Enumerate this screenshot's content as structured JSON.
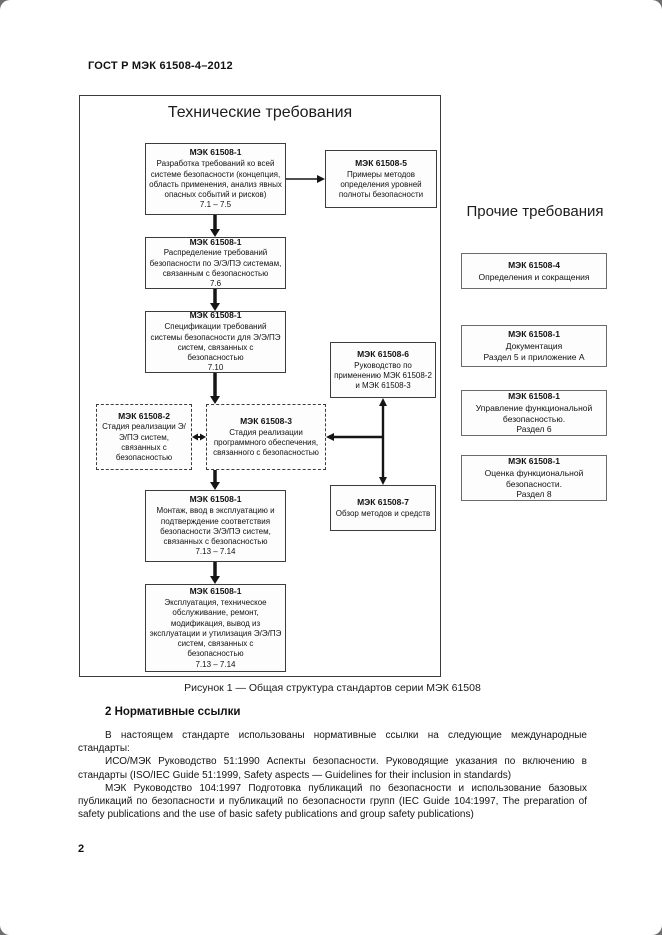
{
  "page": {
    "header": "ГОСТ Р МЭК 61508-4–2012",
    "page_number": "2"
  },
  "figure": {
    "title": "Технические требования",
    "other_requirements_title": "Прочие требования",
    "caption": "Рисунок 1 — Общая структура стандартов серии МЭК 61508",
    "boxes": {
      "dev": {
        "code": "МЭК 61508-1",
        "text": "Разработка требований ко всей системе безопасности (концепция, область применения, анализ явных опасных событий и рисков)",
        "ref": "7.1 – 7.5"
      },
      "examples": {
        "code": "МЭК 61508-5",
        "text": "Примеры методов определения уровней полноты безопасности"
      },
      "alloc": {
        "code": "МЭК 61508-1",
        "text": "Распределение требований безопасности по Э/Э/ПЭ системам, связанным с безопасностью",
        "ref": "7.6"
      },
      "spec": {
        "code": "МЭК 61508-1",
        "text": "Спецификации требований системы безопасности для Э/Э/ПЭ систем, связанных с безопасностью",
        "ref": "7.10"
      },
      "real_sys": {
        "code": "МЭК 61508-2",
        "text": "Стадия реализации Э/Э/ПЭ систем, связанных с безопасностью"
      },
      "real_sw": {
        "code": "МЭК 61508-3",
        "text": "Стадия реализации программного обеспечения, связанного с безопасностью"
      },
      "guide": {
        "code": "МЭК 61508-6",
        "text": "Руководство по применению МЭК 61508-2 и МЭК 61508-3"
      },
      "overview": {
        "code": "МЭК 61508-7",
        "text": "Обзор методов и средств"
      },
      "install": {
        "code": "МЭК 61508-1",
        "text": "Монтаж, ввод в эксплуатацию и подтверждение соответствия безопасности Э/Э/ПЭ систем, связанных с безопасностью",
        "ref": "7.13 – 7.14"
      },
      "operation": {
        "code": "МЭК 61508-1",
        "text": "Эксплуатация, техническое обслуживание, ремонт, модификация, вывод из эксплуатации и утилизация Э/Э/ПЭ систем, связанных с безопасностью",
        "ref": "7.13 – 7.14"
      },
      "defs": {
        "code": "МЭК 61508-4",
        "text": "Определения и сокращения"
      },
      "doc": {
        "code": "МЭК 61508-1",
        "text": "Документация",
        "ref": "Раздел 5 и приложение А"
      },
      "mgmt": {
        "code": "МЭК 61508-1",
        "text": "Управление функциональной безопасностью.",
        "ref": "Раздел 6"
      },
      "assess": {
        "code": "МЭК 61508-1",
        "text": "Оценка функциональной безопасности.",
        "ref": "Раздел 8"
      }
    }
  },
  "section": {
    "heading": "2 Нормативные ссылки",
    "paragraphs": [
      "В настоящем стандарте использованы нормативные ссылки на следующие международные стандарты:",
      "ИСО/МЭК Руководство 51:1990 Аспекты безопасности. Руководящие указания по включению в стандарты (ISO/IEC Guide 51:1999, Safety aspects — Guidelines for their inclusion in standards)",
      "МЭК Руководство 104:1997 Подготовка публикаций по безопасности и использование базовых публикаций по безопасности и публикаций по безопасности групп (IEC Guide 104:1997, The preparation of safety publications and the use of basic safety publications and group safety publications)"
    ]
  }
}
